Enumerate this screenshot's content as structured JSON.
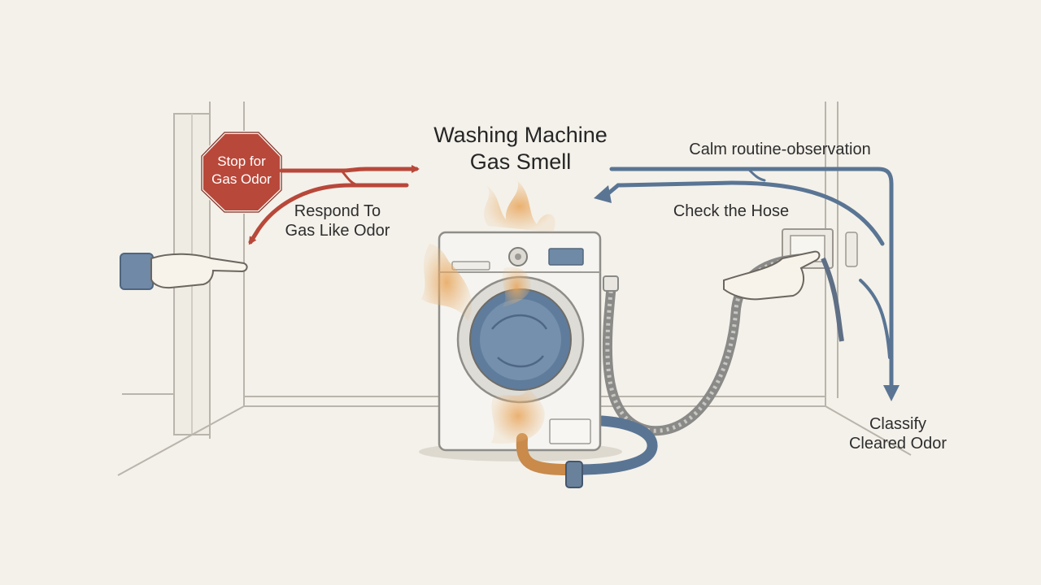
{
  "title": {
    "line1": "Washing Machine",
    "line2": "Gas Smell"
  },
  "stop_sign": {
    "line1": "Stop for",
    "line2": "Gas Odor"
  },
  "respond": {
    "line1": "Respond To",
    "line2": "Gas Like Odor"
  },
  "calm": {
    "text": "Calm routine-observation"
  },
  "check": {
    "text": "Check the Hose"
  },
  "classify": {
    "line1": "Classify",
    "line2": "Cleared Odor"
  },
  "colors": {
    "background": "#f4f1ea",
    "red_path": "#b8483a",
    "blue_path": "#5a7594",
    "gas_fumes": "#e0a060",
    "ink": "#2e2e2e"
  }
}
